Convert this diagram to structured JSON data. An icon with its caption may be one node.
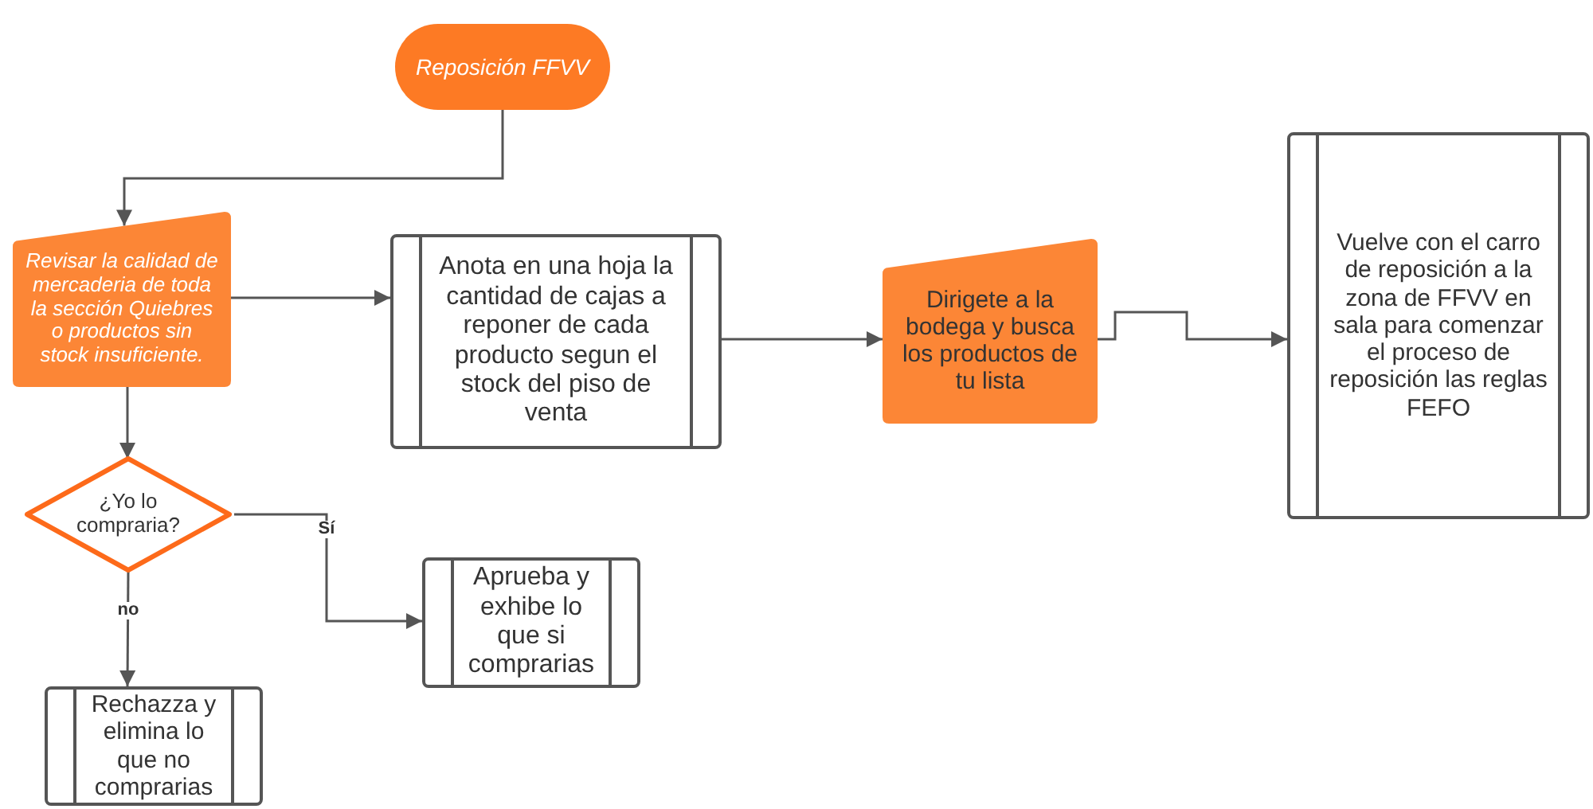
{
  "diagram": {
    "nodes": [
      {
        "text": [
          "Reposición FFVV"
        ]
      },
      {
        "text": [
          "Revisar la calidad de mercaderia de toda la sección Quiebres o productos sin stock insuficiente."
        ]
      },
      {
        "text": [
          "Anota en una hoja la cantidad de cajas a reponer de cada producto segun el stock del piso de venta"
        ]
      },
      {
        "text": [
          "Dirigete a la bodega y busca los productos de tu lista"
        ]
      },
      {
        "text": [
          "Vuelve con el carro de reposición a la zona de FFVV en sala para comenzar el proceso de reposición las reglas FEFO"
        ]
      },
      {
        "text": [
          "¿Yo lo compraria?"
        ]
      },
      {
        "text": [
          "Aprueba y exhibe lo que si comprarias"
        ]
      },
      {
        "text": [
          "Rechazza y elimina lo que no comprarias"
        ]
      }
    ],
    "edges": [
      {
        "from": 0,
        "to": 1,
        "arrow": "to"
      },
      {
        "from": 1,
        "to": 2,
        "arrow": "to"
      },
      {
        "from": 2,
        "to": 3,
        "arrow": "to"
      },
      {
        "from": 3,
        "to": 4,
        "arrow": "to"
      },
      {
        "from": 1,
        "to": 5,
        "arrow": "to"
      },
      {
        "from": 5,
        "to": 6,
        "arrow": "to",
        "label": "Sí"
      },
      {
        "from": 5,
        "to": 7,
        "arrow": "to",
        "label": "no"
      }
    ]
  }
}
